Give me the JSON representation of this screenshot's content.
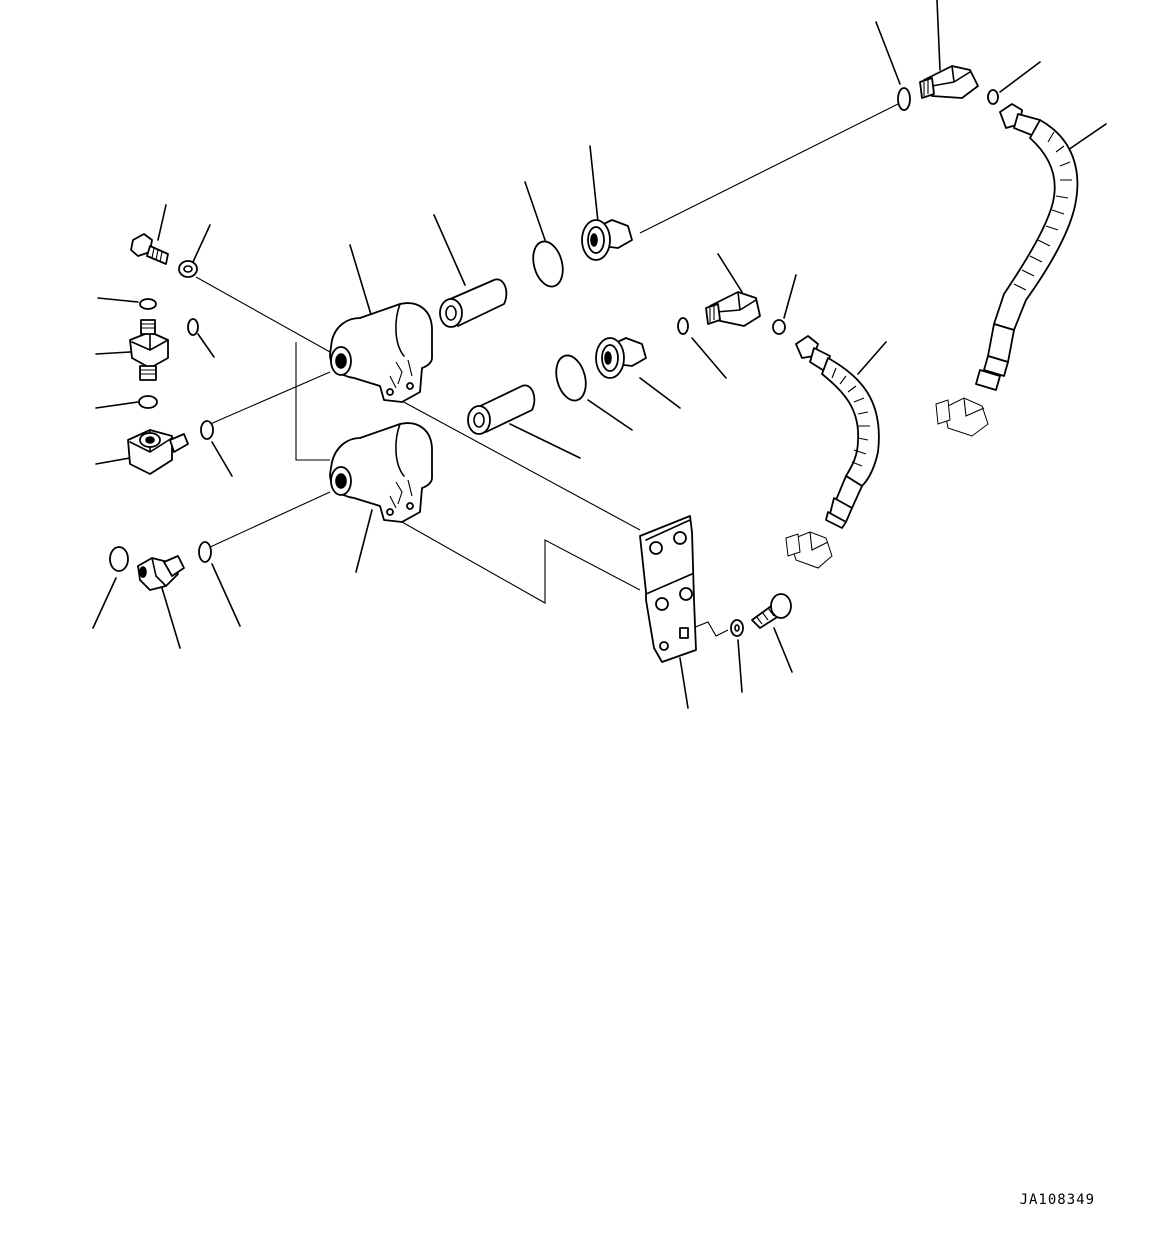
{
  "drawing": {
    "id_code": "JA108349"
  },
  "parts": [
    {
      "name": "bolt-upper"
    },
    {
      "name": "washer-upper"
    },
    {
      "name": "valve-body-upper"
    },
    {
      "name": "filter-element-upper"
    },
    {
      "name": "o-ring-upper"
    },
    {
      "name": "plug-upper"
    },
    {
      "name": "valve-body-lower"
    },
    {
      "name": "filter-element-lower"
    },
    {
      "name": "o-ring-lower"
    },
    {
      "name": "plug-lower"
    },
    {
      "name": "tee-fitting"
    },
    {
      "name": "elbow-fitting-left"
    },
    {
      "name": "elbow-fitting-lower-left"
    },
    {
      "name": "elbow-fitting-middle"
    },
    {
      "name": "hose-middle"
    },
    {
      "name": "elbow-fitting-top"
    },
    {
      "name": "hose-right"
    },
    {
      "name": "bracket"
    },
    {
      "name": "bolt-bracket"
    },
    {
      "name": "washer-bracket"
    }
  ]
}
